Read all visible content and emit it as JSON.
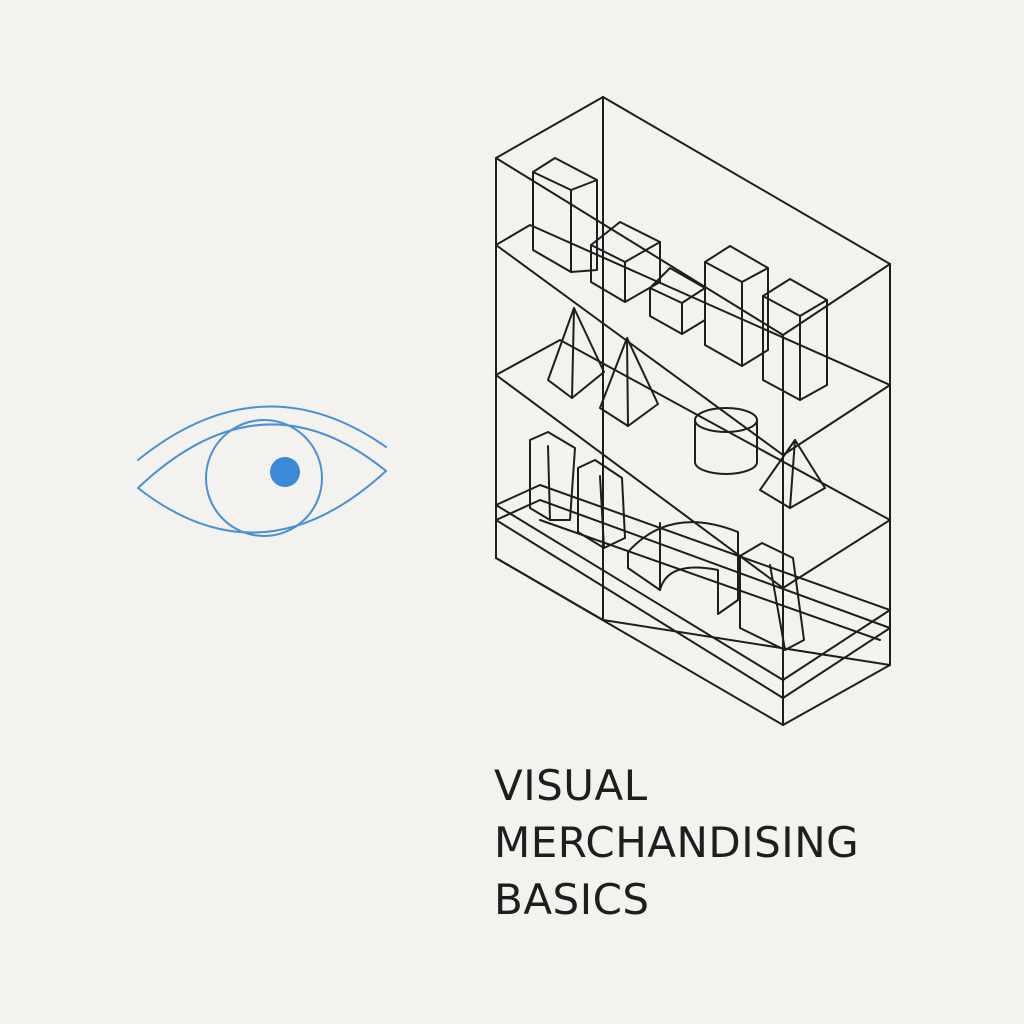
{
  "poster": {
    "title_lines": [
      "VISUAL",
      "MERCHANDISING",
      "BASICS"
    ],
    "icons": [
      "eye-icon",
      "shelf-with-products-icon"
    ]
  },
  "colors": {
    "background": "#f4f2ee",
    "eye_accent": "#4a90d4",
    "eye_pupil": "#3a8ad8",
    "line_art": "#1e1e1e",
    "text": "#1e1e1e"
  }
}
